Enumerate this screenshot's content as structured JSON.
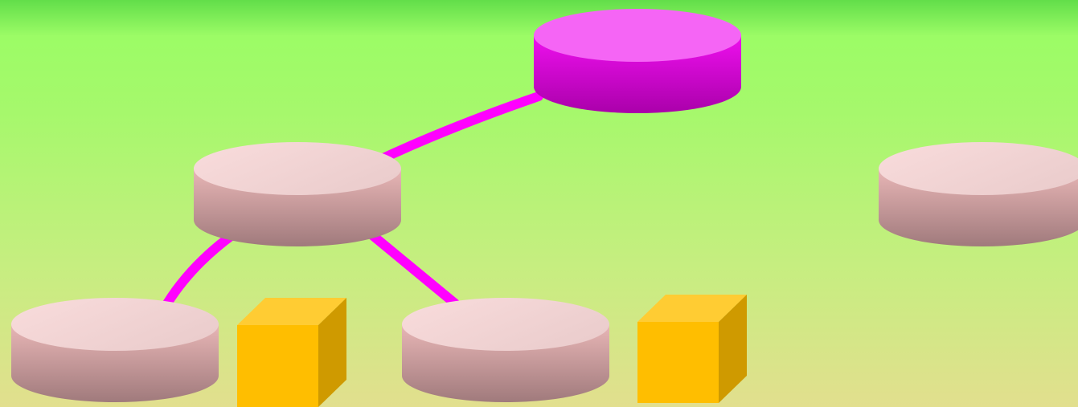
{
  "diagram": {
    "nodes": [
      {
        "id": "root",
        "kind": "cylinder",
        "style": "primary",
        "label": ""
      },
      {
        "id": "mid-left",
        "kind": "cylinder",
        "style": "secondary",
        "label": ""
      },
      {
        "id": "mid-right",
        "kind": "cylinder",
        "style": "secondary",
        "label": ""
      },
      {
        "id": "bottom-left",
        "kind": "cylinder",
        "style": "secondary",
        "label": ""
      },
      {
        "id": "bottom-center",
        "kind": "cylinder",
        "style": "secondary",
        "label": ""
      },
      {
        "id": "cube-left",
        "kind": "cube",
        "style": "accent",
        "label": ""
      },
      {
        "id": "cube-right",
        "kind": "cube",
        "style": "accent",
        "label": ""
      }
    ],
    "edges": [
      {
        "from": "root",
        "to": "mid-left"
      },
      {
        "from": "mid-left",
        "to": "bottom-left"
      },
      {
        "from": "mid-left",
        "to": "bottom-center"
      }
    ]
  },
  "colors": {
    "edge": "#ff00ff",
    "primary_top": "#f565f5",
    "primary_side_top": "#ee10ee",
    "primary_side_bottom": "#aa00aa",
    "secondary_top_light": "#f9dcdc",
    "secondary_top_dark": "#ebcdcd",
    "secondary_side_top": "#e8b6b6",
    "secondary_side_bottom": "#a07a7c",
    "cube_front": "#ffbe00",
    "cube_top": "#ffcc33",
    "cube_side": "#cf9a00"
  }
}
